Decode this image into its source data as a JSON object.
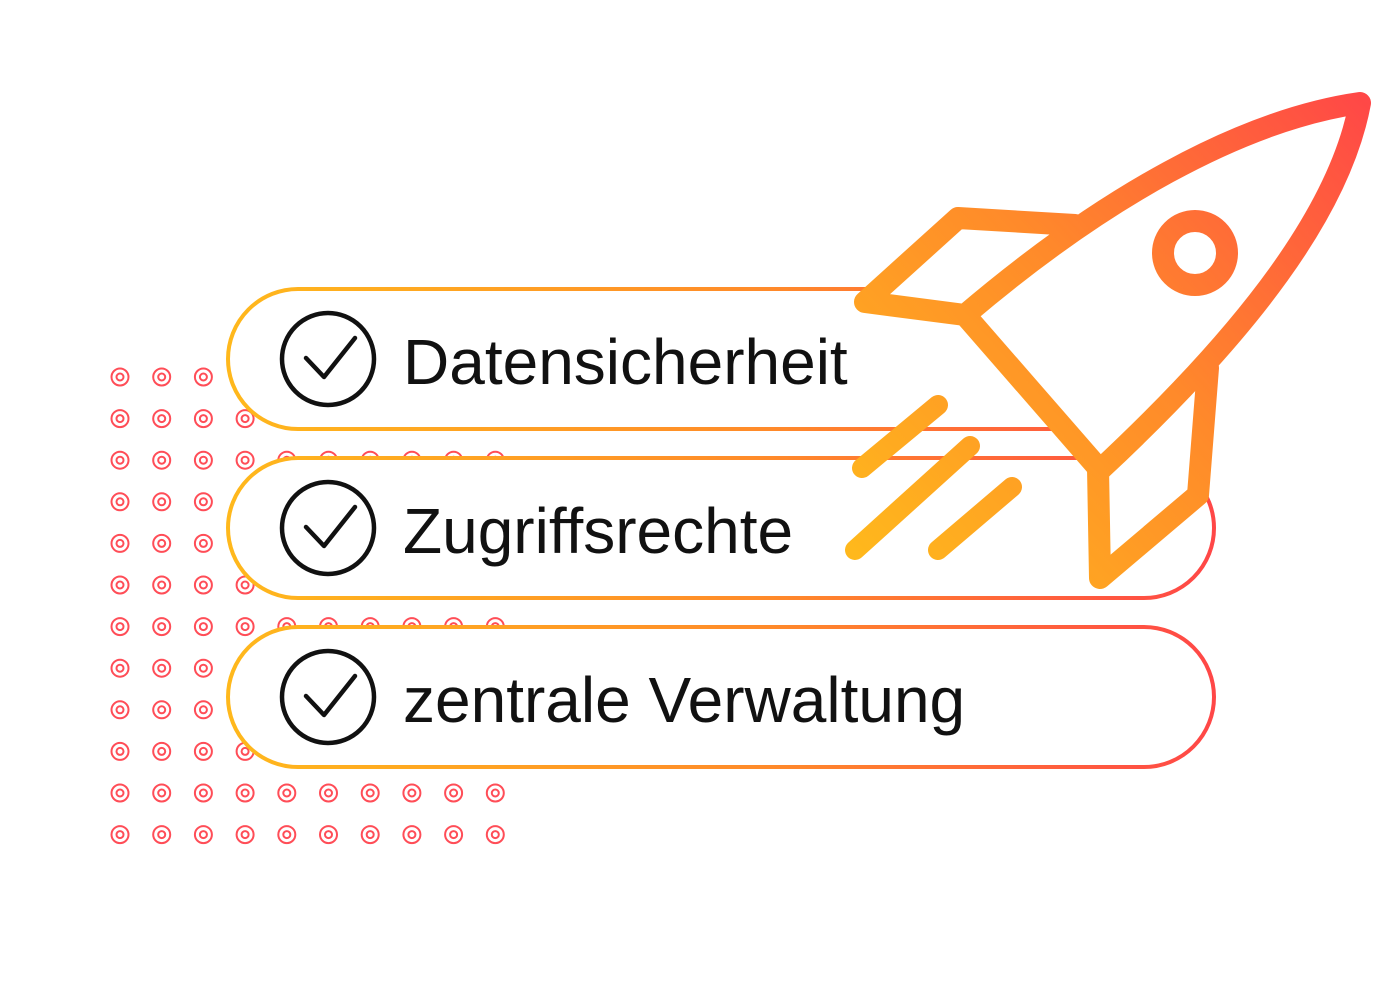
{
  "items": [
    {
      "label": "Datensicherheit",
      "checked": true
    },
    {
      "label": "Zugriffsrechte",
      "checked": true
    },
    {
      "label": "zentrale Verwaltung",
      "checked": true
    }
  ],
  "icons": {
    "check": "check-circle-icon",
    "rocket": "rocket-icon",
    "dots": "dot-pattern"
  },
  "colors": {
    "gradient_start": "#FFB81C",
    "gradient_mid": "#FF8A2A",
    "gradient_end": "#FF4747",
    "dot": "#FF4D57",
    "text": "#111111",
    "background": "#FFFFFF"
  }
}
